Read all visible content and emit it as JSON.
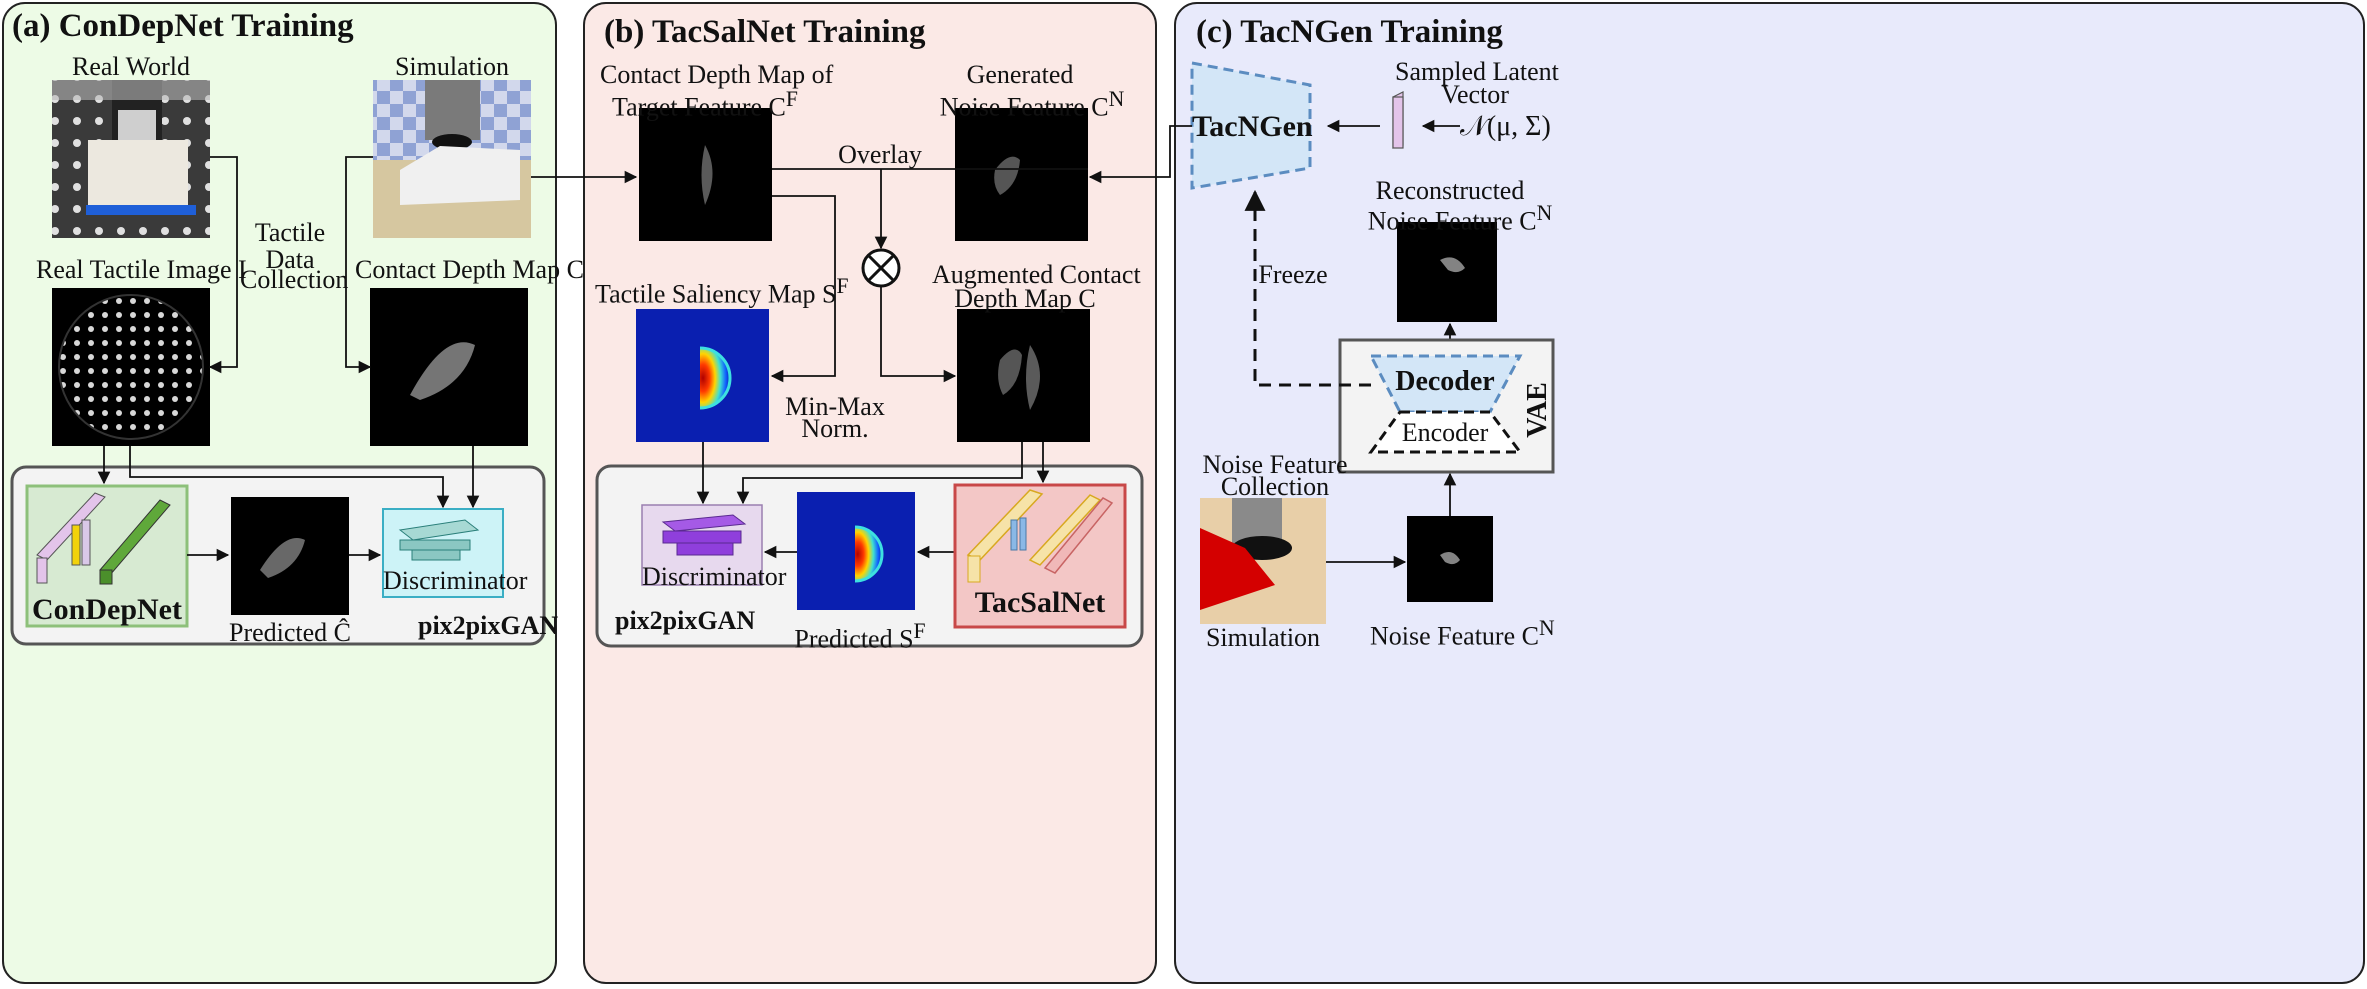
{
  "panels": {
    "a": {
      "title": "(a) ConDepNet Training",
      "real_world": "Real World",
      "simulation": "Simulation",
      "tactile_collection": [
        "Tactile",
        "Data",
        "Collection"
      ],
      "real_tactile": "Real Tactile Image  I",
      "contact_depth": "Contact Depth Map  C",
      "condepnet": "ConDepNet",
      "predicted": "Predicted  Ĉ",
      "discriminator": "Discriminator",
      "pix2pix": "pix2pixGAN"
    },
    "b": {
      "title": "(b) TacSalNet Training",
      "contact_depth_target": [
        "Contact Depth Map of",
        "Target Feature  C"
      ],
      "contact_depth_target_sup": "F",
      "generated_noise": [
        "Generated",
        "Noise Feature  C"
      ],
      "generated_noise_sup": "N",
      "overlay": "Overlay",
      "saliency": "Tactile Saliency Map  S",
      "saliency_sup": "F",
      "augmented": [
        "Augmented Contact",
        "Depth Map  C"
      ],
      "minmax": [
        "Min-Max",
        "Norm."
      ],
      "discriminator": "Discriminator",
      "pix2pix": "pix2pixGAN",
      "predicted": "Predicted  S",
      "predicted_sup": "F",
      "tacsalnet": "TacSalNet"
    },
    "c": {
      "title": "(c) TacNGen Training",
      "tacngen": "TacNGen",
      "sampled_latent": [
        "Sampled Latent",
        "Vector"
      ],
      "normal_dist": "𝒩(μ, Σ)",
      "reconstructed": [
        "Reconstructed",
        "Noise Feature  C"
      ],
      "reconstructed_sup": "N",
      "freeze": "Freeze",
      "decoder": "Decoder",
      "encoder": "Encoder",
      "vae": "VAE",
      "noise_collection": [
        "Noise Feature",
        "Collection"
      ],
      "simulation": "Simulation",
      "noise_feature": "Noise Feature  C",
      "noise_feature_sup": "N"
    }
  },
  "colors": {
    "panel_a_bg": "#edfbe6",
    "panel_b_bg": "#fbe9e6",
    "panel_c_bg": "#e8eafb",
    "inner_bg": "#f3f3f3",
    "condepnet_bg": "#d7ead2",
    "condepnet_border": "#8dc07a",
    "discriminator_a_bg": "#cdf3f7",
    "discriminator_a_border": "#3aaec4",
    "discriminator_b_bg": "#e7d9ee",
    "tacsalnet_bg": "#f3c7c6",
    "tacsalnet_border": "#c84848",
    "tacngen_fill": "#d3e6f7",
    "tacngen_border": "#5b8cc0"
  }
}
